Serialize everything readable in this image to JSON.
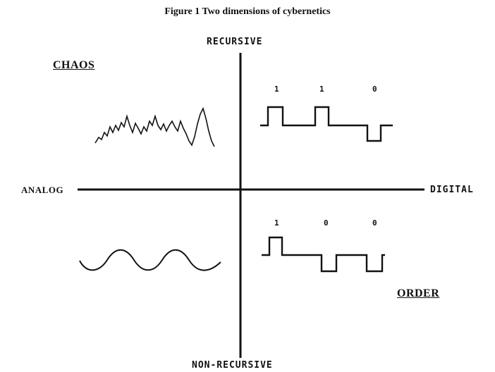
{
  "title": "Figure 1  Two dimensions of cybernetics",
  "axes": {
    "top": "RECURSIVE",
    "bottom": "NON-RECURSIVE",
    "left": "ANALOG",
    "right": "DIGITAL"
  },
  "quadrants": {
    "top_left": "CHAOS",
    "bottom_right": "ORDER"
  },
  "signals": {
    "top_digital_bits": [
      "1",
      "1",
      "0"
    ],
    "bottom_digital_bits": [
      "1",
      "0",
      "0"
    ]
  },
  "colors": {
    "ink": "#111111",
    "background": "#ffffff"
  }
}
